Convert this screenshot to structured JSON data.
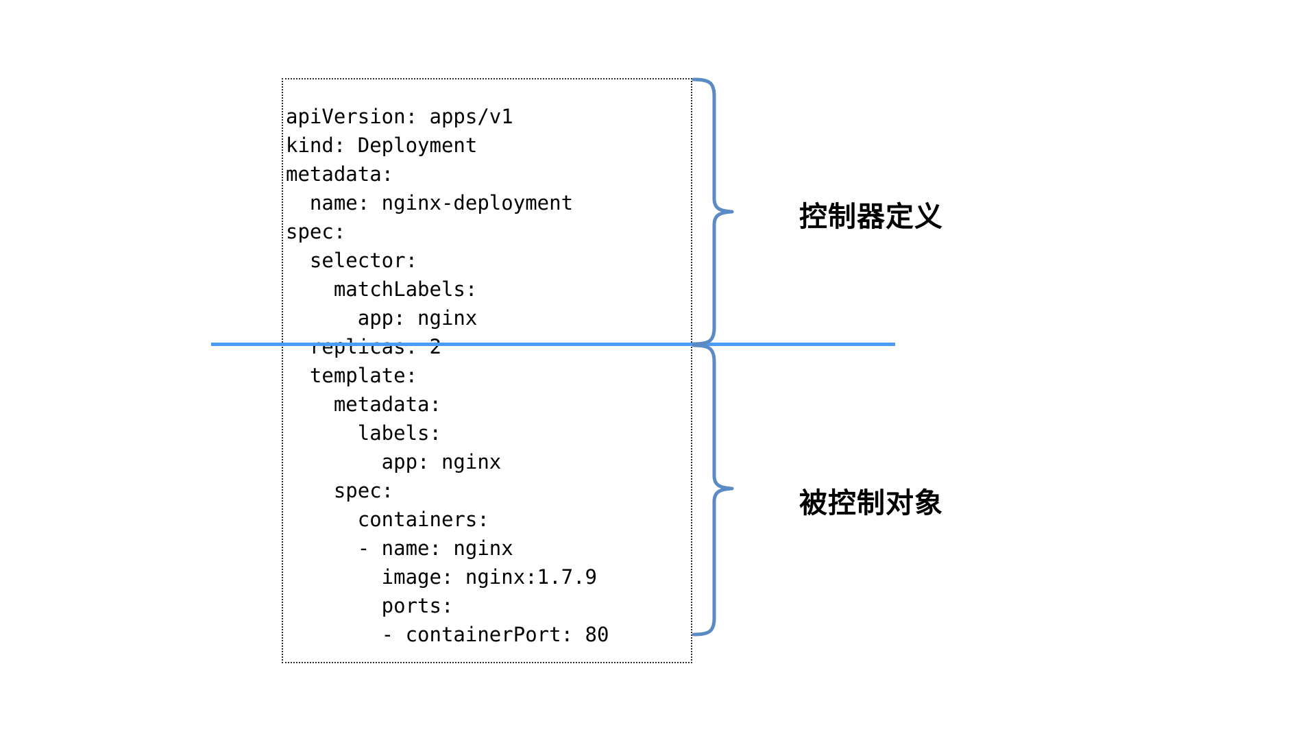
{
  "diagram": {
    "title_implied": "Kubernetes Deployment YAML annotated",
    "colors": {
      "divider_blue": "#4a9bf5",
      "brace_blue": "#5b8bc4",
      "box_border": "#2b2b2b",
      "text": "#000000",
      "background": "#ffffff"
    }
  },
  "yaml": {
    "lines": [
      "apiVersion: apps/v1",
      "kind: Deployment",
      "metadata:",
      "  name: nginx-deployment",
      "spec:",
      "  selector:",
      "    matchLabels:",
      "      app: nginx",
      "  replicas: 2",
      "  template:",
      "    metadata:",
      "      labels:",
      "        app: nginx",
      "    spec:",
      "      containers:",
      "      - name: nginx",
      "        image: nginx:1.7.9",
      "        ports:",
      "        - containerPort: 80"
    ],
    "upper_section_lines": [
      "apiVersion: apps/v1",
      "kind: Deployment",
      "metadata:",
      "  name: nginx-deployment",
      "spec:",
      "  selector:",
      "    matchLabels:",
      "      app: nginx",
      "  replicas: 2"
    ],
    "lower_section_lines": [
      "  template:",
      "    metadata:",
      "      labels:",
      "        app: nginx",
      "    spec:",
      "      containers:",
      "      - name: nginx",
      "        image: nginx:1.7.9",
      "        ports:",
      "        - containerPort: 80"
    ]
  },
  "annotations": {
    "upper_label": "控制器定义",
    "lower_label": "被控制对象"
  }
}
